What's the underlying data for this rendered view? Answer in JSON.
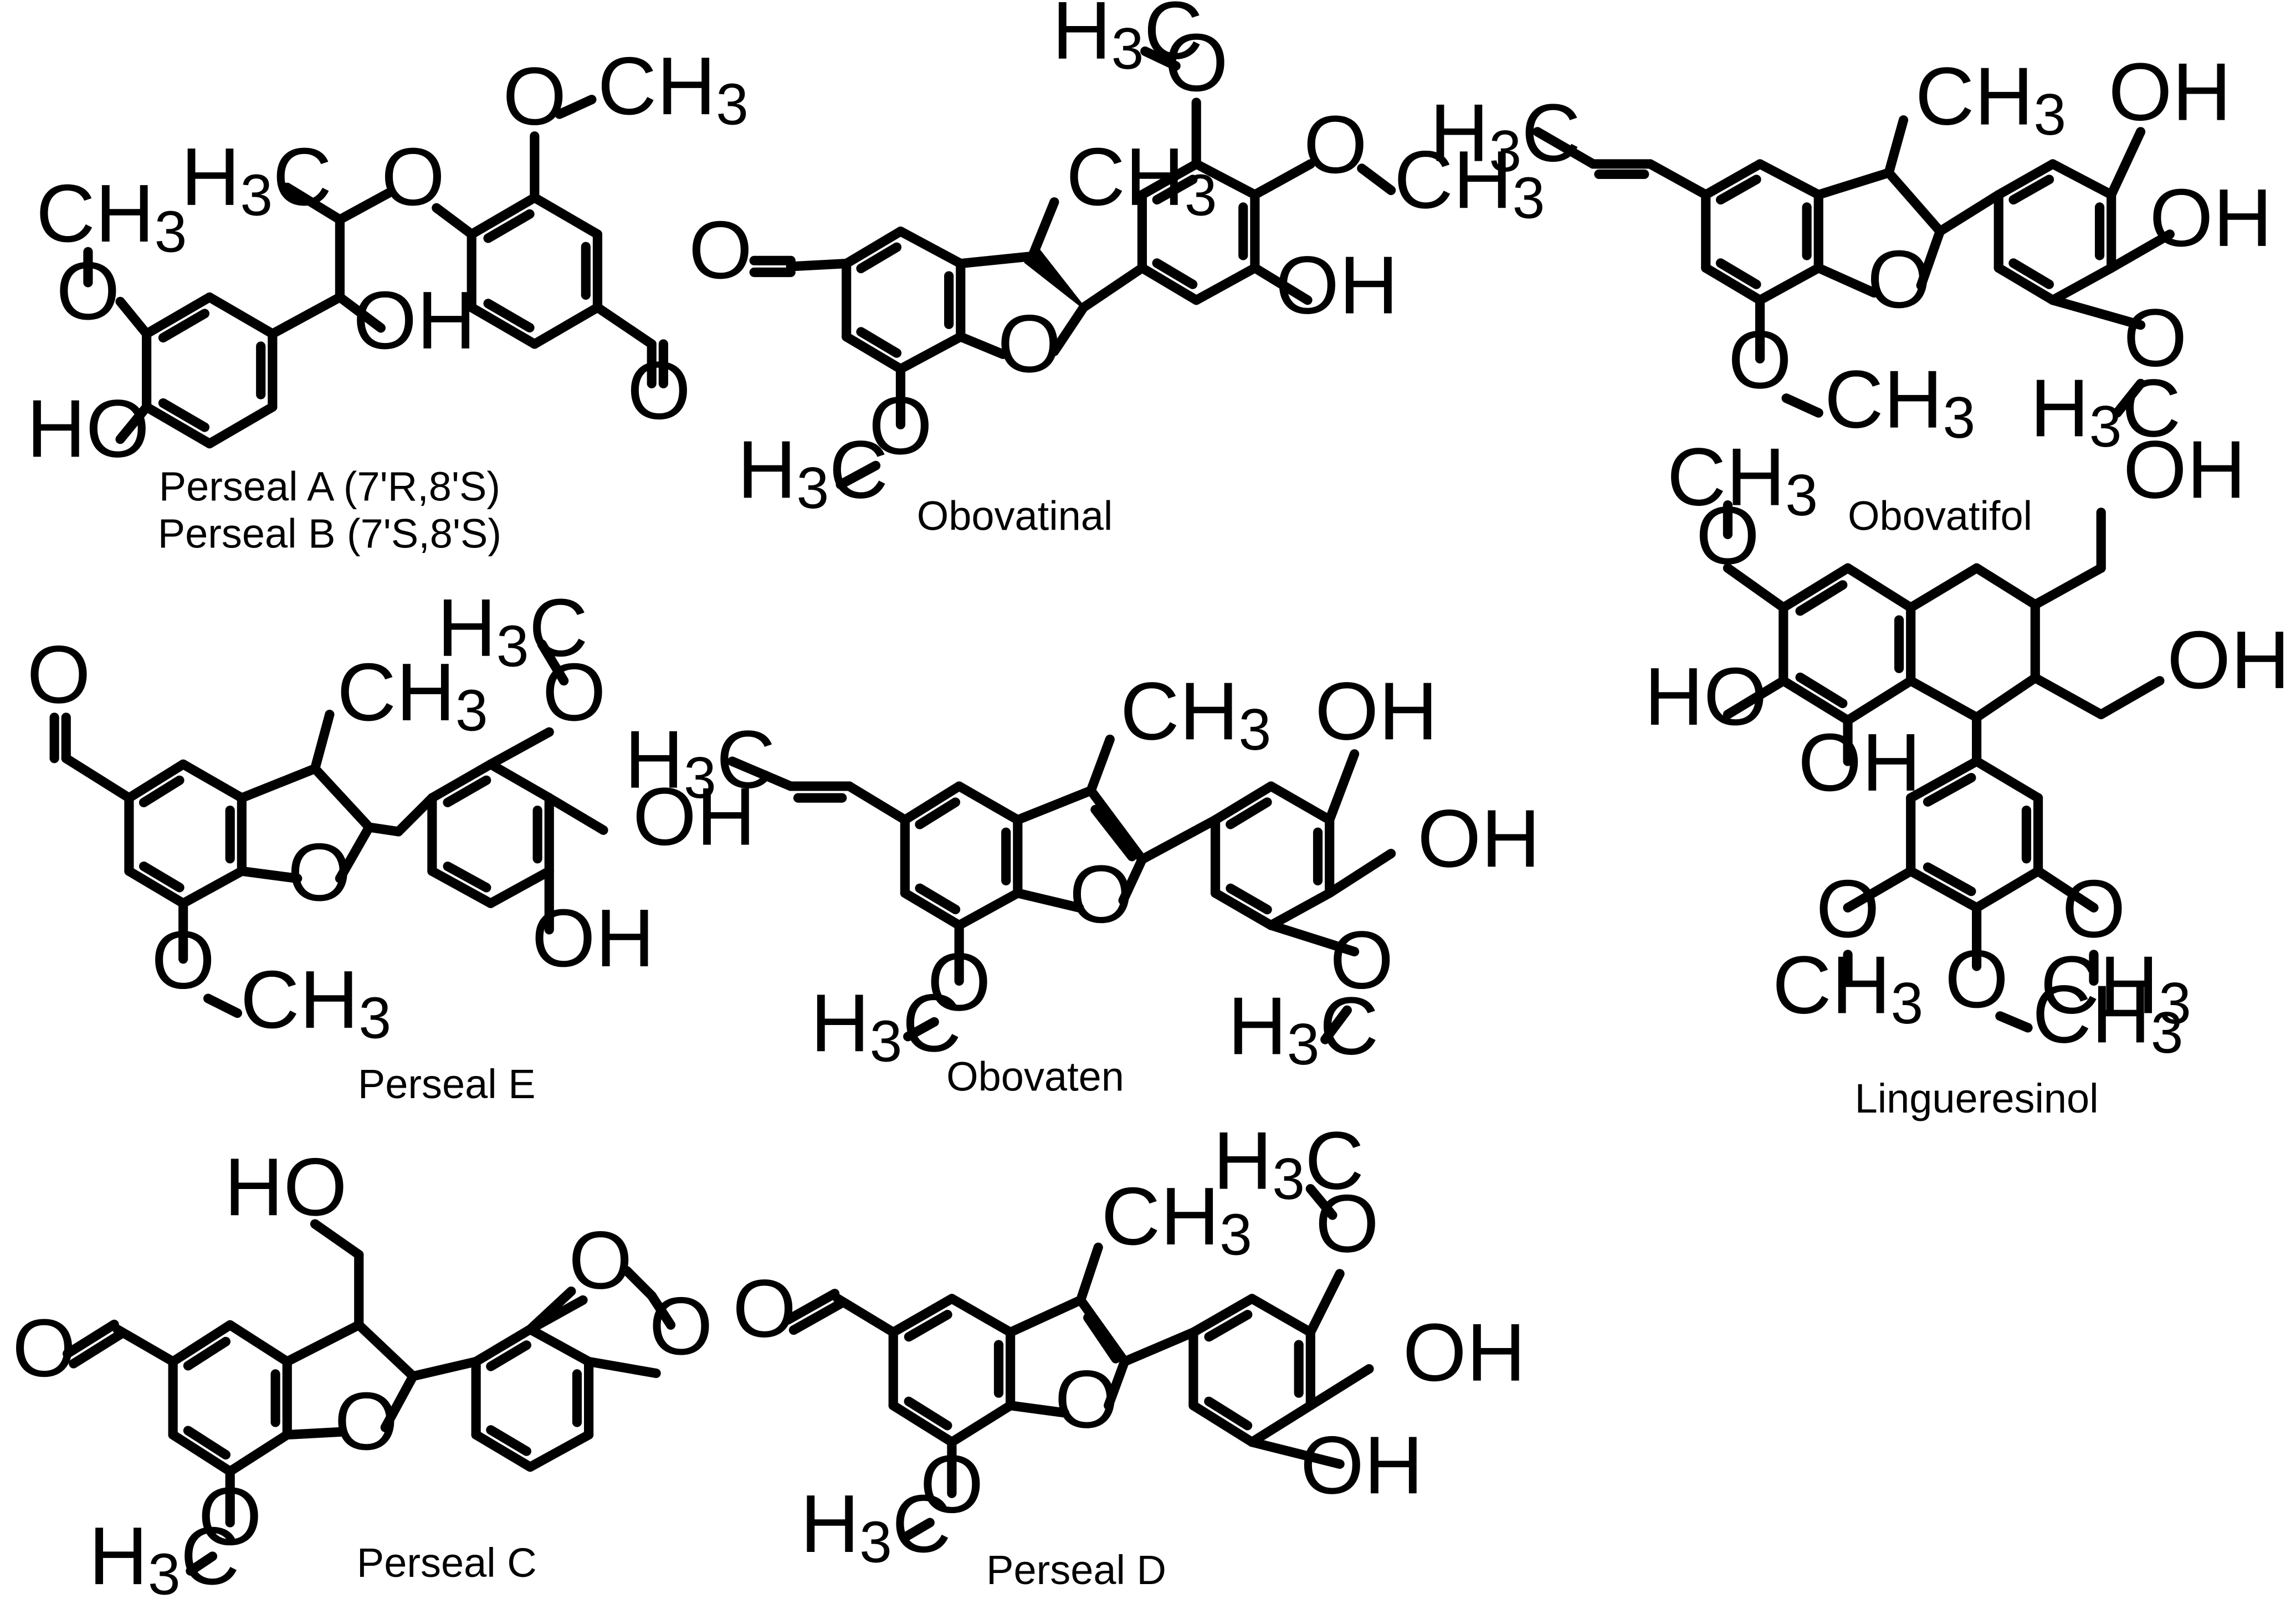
{
  "figure": {
    "compounds": [
      {
        "id": "perseal-ab",
        "name_lines": [
          "Perseal A (7'R,8'S)",
          "Perseal B (7'S,8'S)"
        ]
      },
      {
        "id": "obovatinal",
        "name_lines": [
          "Obovatinal"
        ]
      },
      {
        "id": "obovatifol",
        "name_lines": [
          "Obovatifol"
        ]
      },
      {
        "id": "perseal-e",
        "name_lines": [
          "Perseal E"
        ]
      },
      {
        "id": "obovaten",
        "name_lines": [
          "Obovaten"
        ]
      },
      {
        "id": "lingueresinol",
        "name_lines": [
          "Lingueresinol"
        ]
      },
      {
        "id": "perseal-c",
        "name_lines": [
          "Perseal C"
        ]
      },
      {
        "id": "perseal-d",
        "name_lines": [
          "Perseal D"
        ]
      }
    ],
    "atom_labels": {
      "O": "O",
      "OH": "OH",
      "HO": "HO",
      "CH3": "CH3",
      "H3C": "H3C"
    }
  }
}
